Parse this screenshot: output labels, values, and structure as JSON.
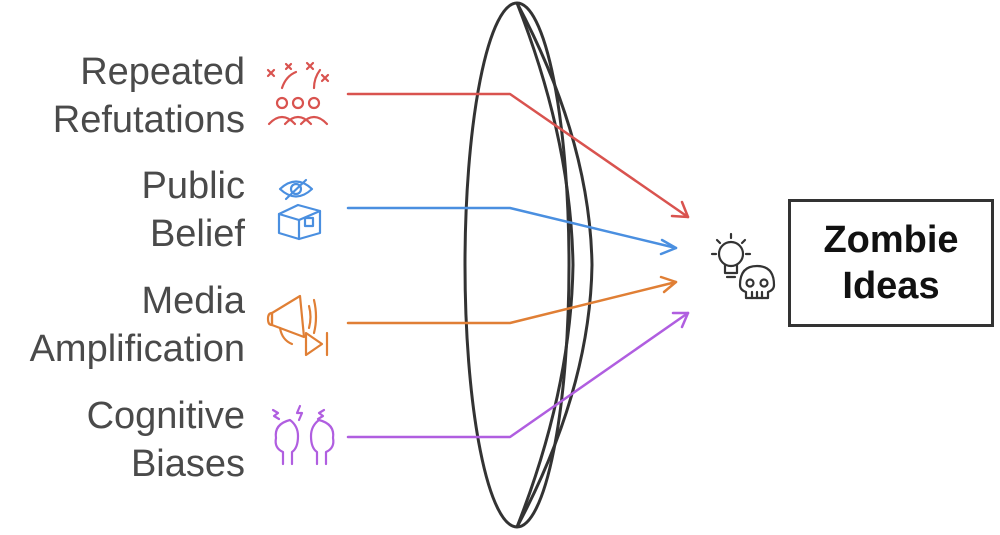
{
  "inputs": [
    {
      "line1": "Repeated",
      "line2": "Refutations",
      "icon": "crowd-celebration-icon",
      "color": "#d9534f"
    },
    {
      "line1": "Public",
      "line2": "Belief",
      "icon": "eye-box-icon",
      "color": "#4a8fe0"
    },
    {
      "line1": "Media",
      "line2": "Amplification",
      "icon": "megaphone-play-icon",
      "color": "#e07f35"
    },
    {
      "line1": "Cognitive",
      "line2": "Biases",
      "icon": "head-stress-icon",
      "color": "#b05ee0"
    }
  ],
  "output": {
    "line1": "Zombie",
    "line2": "Ideas",
    "icon": "lightbulb-skull-icon"
  },
  "colors": {
    "text": "#4a4a4a",
    "lens_stroke": "#333333",
    "box_border": "#333333"
  }
}
